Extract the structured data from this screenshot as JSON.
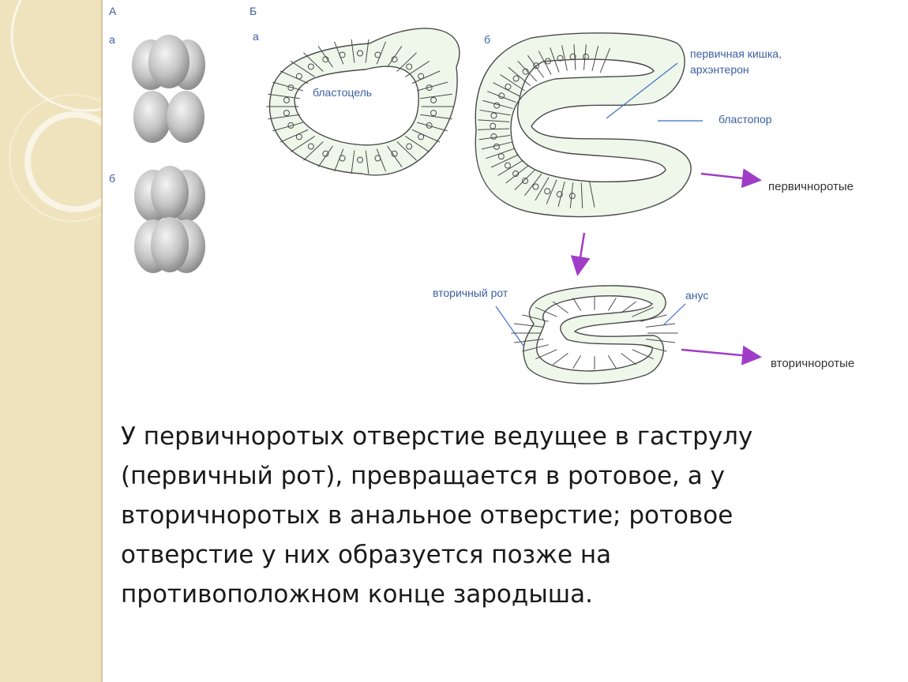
{
  "figure": {
    "panel_a_letter": "А",
    "panel_b_letter": "Б",
    "panel_a_row_a": "а",
    "panel_a_row_b": "б",
    "panel_b_sub_a": "а",
    "panel_b_sub_b": "б",
    "label_blastocoel": "бластоцель",
    "label_archenteron_line1": "первичная кишка,",
    "label_archenteron_line2": "архэнтерон",
    "label_blastopore": "бластопор",
    "label_protostomes": "первичноротые",
    "label_secondary_mouth": "вторичный рот",
    "label_anus": "анус",
    "label_deuterostomes": "вторичноротые"
  },
  "colors": {
    "cell_fill": "#eef7ea",
    "cell_stroke": "#4a4a4a",
    "arrow": "#a03cc8",
    "pointer_line": "#3c6ec8",
    "label_blue": "#3c5ea0"
  },
  "caption": {
    "text": "У первичноротых отверстие ведущее в гаструлу (первичный рот), превращается в ротовое, а у вторичноротых в анальное отверстие; ротовое отверстие у них образуется позже на противоположном конце зародыша."
  }
}
